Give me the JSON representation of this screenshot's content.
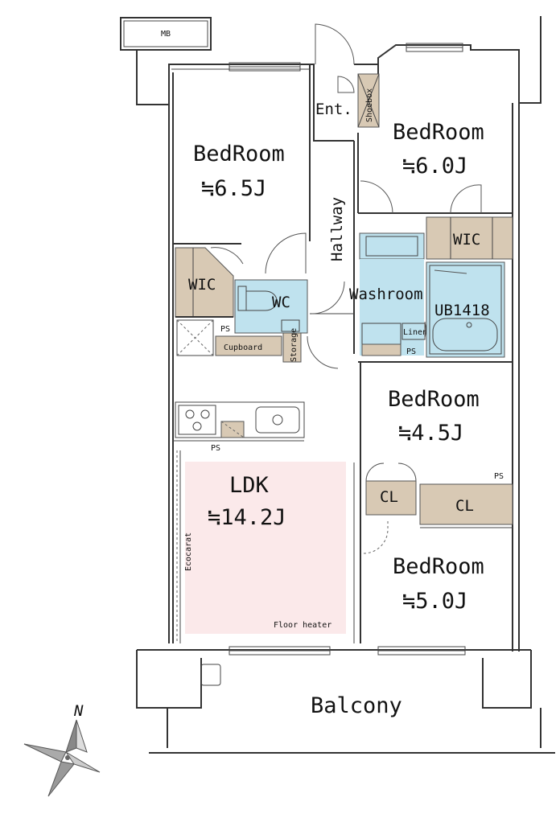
{
  "labels": {
    "mb": "MB",
    "ent": "Ent.",
    "shoebox": "Shoebox",
    "bedroom1_name": "BedRoom",
    "bedroom1_size": "≒6.5J",
    "bedroom2_name": "BedRoom",
    "bedroom2_size": "≒6.0J",
    "hallway": "Hallway",
    "wic1": "WIC",
    "wic2": "WIC",
    "wc": "WC",
    "washroom": "Washroom",
    "ub": "UB1418",
    "ps1": "PS",
    "ps2": "PS",
    "ps3": "PS",
    "ps4": "PS",
    "cupboard": "Cupboard",
    "storage": "Storage",
    "linen": "Linen",
    "bedroom3_name": "BedRoom",
    "bedroom3_size": "≒4.5J",
    "ldk_name": "LDK",
    "ldk_size": "≒14.2J",
    "ecocarat": "Ecocarat",
    "cl1": "CL",
    "cl2": "CL",
    "bedroom4_name": "BedRoom",
    "bedroom4_size": "≒5.0J",
    "floor_heater": "Floor heater",
    "balcony": "Balcony",
    "north": "N"
  },
  "colors": {
    "ldk_floor": "#fbe9ea",
    "storage": "#d8c9b4",
    "wet_area": "#bfe2ee",
    "wall": "#333333"
  },
  "icons": {
    "compass": "compass-rose-icon",
    "stove": "gas-stove-icon",
    "sink": "kitchen-sink-icon",
    "toilet": "toilet-icon",
    "bathtub": "bathtub-icon",
    "basin": "wash-basin-icon"
  }
}
